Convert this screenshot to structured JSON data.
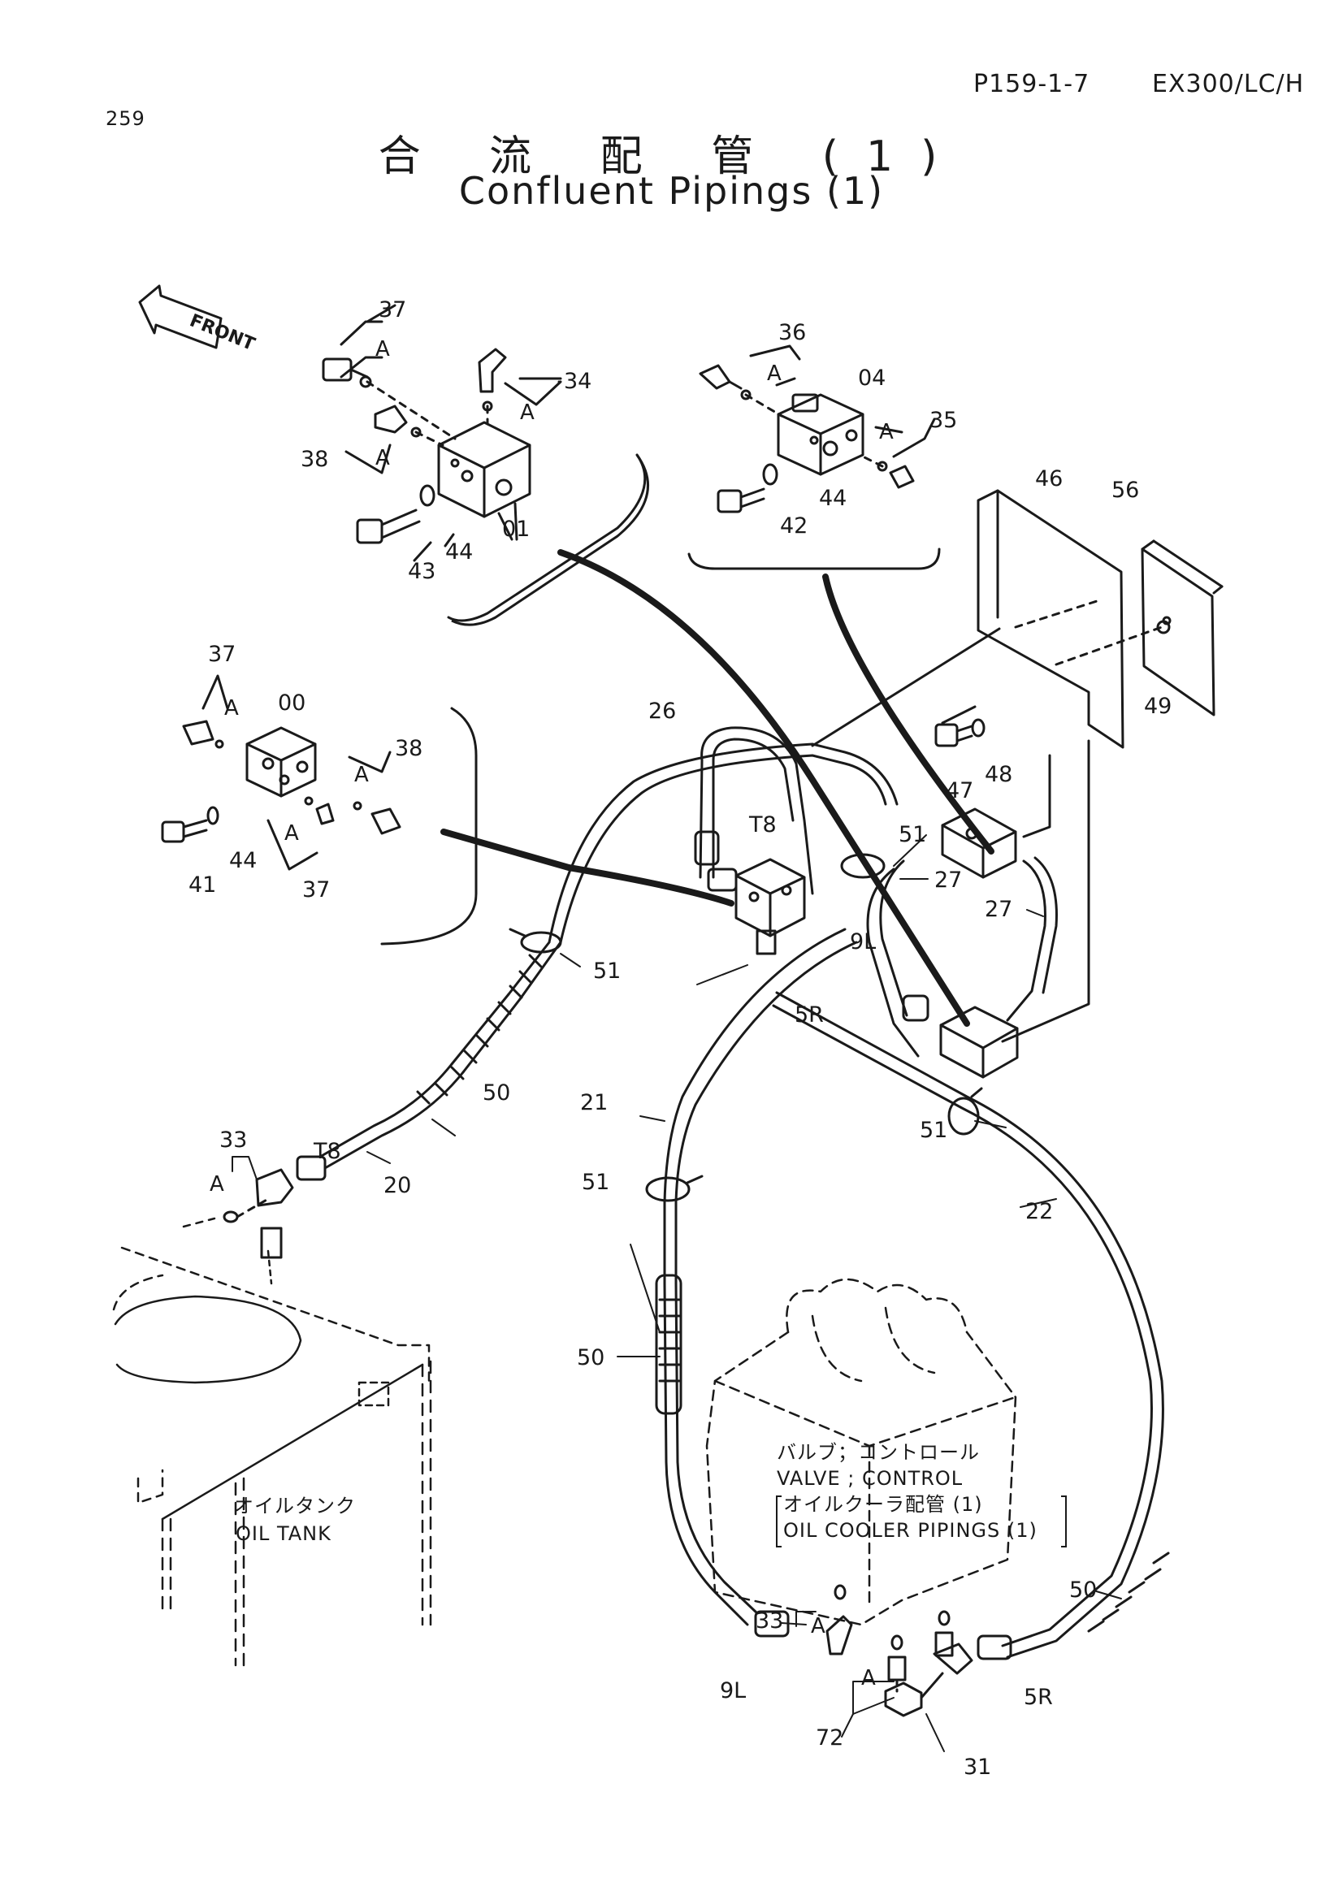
{
  "header": {
    "page_number": "259",
    "part_code": "P159-1-7",
    "model": "EX300/LC/H"
  },
  "title": {
    "japanese": "合 流 配 管 (1)",
    "english": "Confluent Pipings (1)"
  },
  "front_marker": "FRONT",
  "part_labels": {
    "p00": "00",
    "p01": "01",
    "p04": "04",
    "p20": "20",
    "p21": "21",
    "p22": "22",
    "p26": "26",
    "p27a": "27",
    "p27b": "27",
    "p31": "31",
    "p33a": "33",
    "p33b": "33",
    "p34": "34",
    "p35": "35",
    "p36": "36",
    "p37a": "37",
    "p37b": "37",
    "p37c": "37",
    "p38a": "38",
    "p38b": "38",
    "p41": "41",
    "p42": "42",
    "p43": "43",
    "p44a": "44",
    "p44b": "44",
    "p44c": "44",
    "p46": "46",
    "p47": "47",
    "p48": "48",
    "p49": "49",
    "p50a": "50",
    "p50b": "50",
    "p50c": "50",
    "p51a": "51",
    "p51b": "51",
    "p51c": "51",
    "p51d": "51",
    "p56": "56",
    "p72": "72",
    "t8a": "T8",
    "t8b": "T8",
    "l9a": "9L",
    "l9b": "9L",
    "r5a": "5R",
    "r5b": "5R",
    "a1": "A",
    "a2": "A",
    "a3": "A",
    "a4": "A",
    "a5": "A",
    "a6": "A",
    "a7": "A",
    "a8": "A",
    "a9": "A",
    "a10": "A",
    "a11": "A"
  },
  "notes": {
    "valve_jp": "バルブ；コントロール",
    "valve_en": "VALVE ; CONTROL",
    "cooler_jp": "オイルクーラ配管 (1)",
    "cooler_en": "OIL COOLER PIPINGS (1)",
    "tank_jp": "オイルタンク",
    "tank_en": "OIL TANK"
  }
}
